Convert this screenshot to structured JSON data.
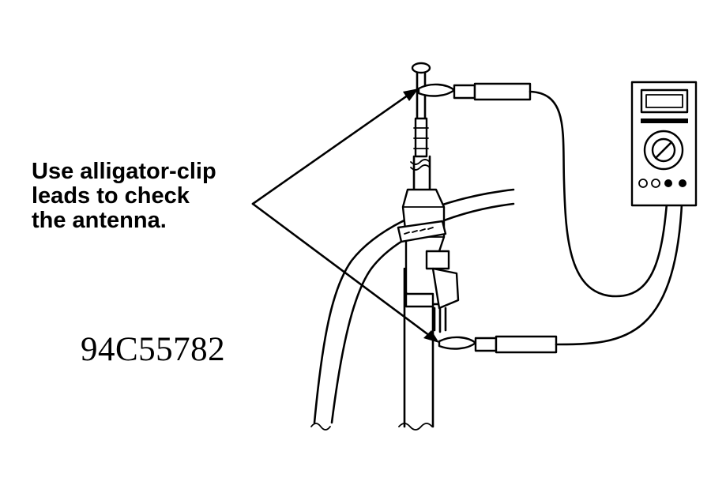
{
  "callout": {
    "lines": [
      "Use alligator-clip",
      "leads to check",
      "the antenna."
    ]
  },
  "figure_id": "94C55782"
}
